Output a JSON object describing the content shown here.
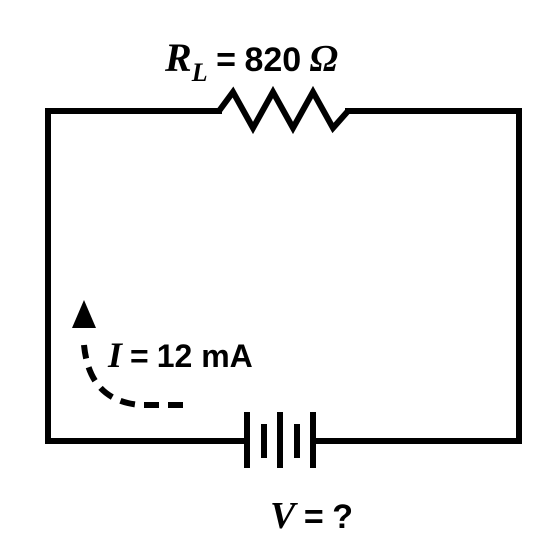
{
  "resistor": {
    "symbol": "R",
    "subscript": "L",
    "equals": "=",
    "value": "820",
    "unit": "Ω"
  },
  "current": {
    "symbol": "I",
    "equals": "=",
    "value": "12 mA"
  },
  "voltage": {
    "symbol": "V",
    "equals": "=",
    "value": "?"
  }
}
